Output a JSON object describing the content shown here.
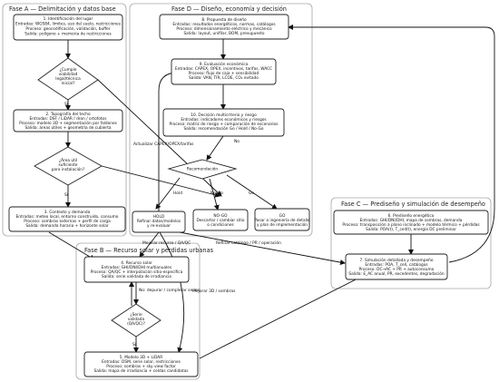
{
  "lanes": {
    "a": "Fase A — Delimitación y datos base",
    "d": "Fase D — Diseño, economía y decisión",
    "c": "Fase C — Prediseño y simulación de desempeño",
    "b": "Fase B — Recurso solar y pérdidas urbanas"
  },
  "nodes": {
    "n1": [
      "1. Identificación del lugar",
      "Entradas: WGS84, límites, uso del suelo, restricciones",
      "Proceso: geocodificación, validación, buffer",
      "Salida: polígono + memoria de restricciones"
    ],
    "d1": [
      "¿Cumple",
      "viabilidad",
      "legal/técnica",
      "inicial?"
    ],
    "n2": [
      "2. Topografía del techo",
      "Entradas: DSF / LiDAR / dron / ortofotos",
      "Proceso: modelo 3D + segmentación por faldones",
      "Salida: áreas útiles + geometría de cubierta"
    ],
    "d2": [
      "¿Área útil",
      "suficiente",
      "para instalación?"
    ],
    "n3": [
      "3. Contexto y demanda",
      "Entradas: meteo local, entorno construido, consumo",
      "Proceso: sombras externas + perfil de carga",
      "Salida: demanda horaria + horizonte solar"
    ],
    "n8": [
      "8. Propuesta de diseño",
      "Entradas: resultados energéticos, normas, catálogos",
      "Proceso: dimensionamiento eléctrico y mecánico",
      "Salida: layout, unifilar, BOM, presupuesto"
    ],
    "n9": [
      "9. Evaluación económica",
      "Entradas: CAPEX, OPEX, incentivos, tarifas, WACC",
      "Proceso: flujo de caja + sensibilidad",
      "Salida: VAN, TIR, LCOE, CO₂ evitado"
    ],
    "n10": [
      "10. Decisión multicriterio y riesgo",
      "Entradas: indicadores económicos y riesgos",
      "Proceso: matriz de riesgo + comparación de escenarios",
      "Salida: recomendación Go / Hold / No-Go"
    ],
    "rec": [
      "Recomendación"
    ],
    "hold": [
      "HOLD",
      "Refinar datos/modelos",
      "y re-evaluar"
    ],
    "nogo": [
      "NO-GO",
      "Descartar / cambiar sitio",
      "o condiciones"
    ],
    "go": [
      "GO",
      "Pasar a ingeniería de detalle",
      "y plan de implementación"
    ],
    "n6": [
      "6. Prediseño energético",
      "Entradas: GHI/DNI/DHI, mapa de sombras, demanda",
      "Proceso: transposición a plano inclinado + modelo térmico + pérdidas",
      "Salida: POA(t), T_cell(t), energía DC preliminar"
    ],
    "n7": [
      "7. Simulación detallada y desempeño",
      "Entradas: POA, T_cell, catálogos",
      "Proceso: DC→AC + PR + autoconsumo",
      "Salida: E_AC anual, PR, excedentes, degradación"
    ],
    "n4": [
      "4. Recurso solar",
      "Entradas: GHI/DNI/DHI multianuales",
      "Proceso: QA/QC + interpolación sitio-específica",
      "Salida: serie validada de irradiancia"
    ],
    "d4": [
      "¿Serie",
      "validada",
      "(QA/QC)?"
    ],
    "n5": [
      "5. Modelo 3D + LiDAR",
      "Entradas: DSM, serie solar, restricciones",
      "Proceso: sombras + sky view factor",
      "Salida: mapa de irradiancia + celdas candidatas"
    ]
  },
  "edges": {
    "d1_si": "Sí",
    "d2_si": "Sí",
    "rec_hold": "Hold",
    "rec_nogo": "No-Go",
    "rec_go": "Go",
    "actualizar": "Actualizar CAPEX/OPEX/tarifas",
    "d4_no": "No: depurar / completar series",
    "d4_si": "Sí",
    "mejorar_recurso": "Mejorar recurso / QA/QC",
    "mejorar_3d": "Mejorar 3D / sombras",
    "refinar": "Refinar catálogo / PR / operación"
  }
}
